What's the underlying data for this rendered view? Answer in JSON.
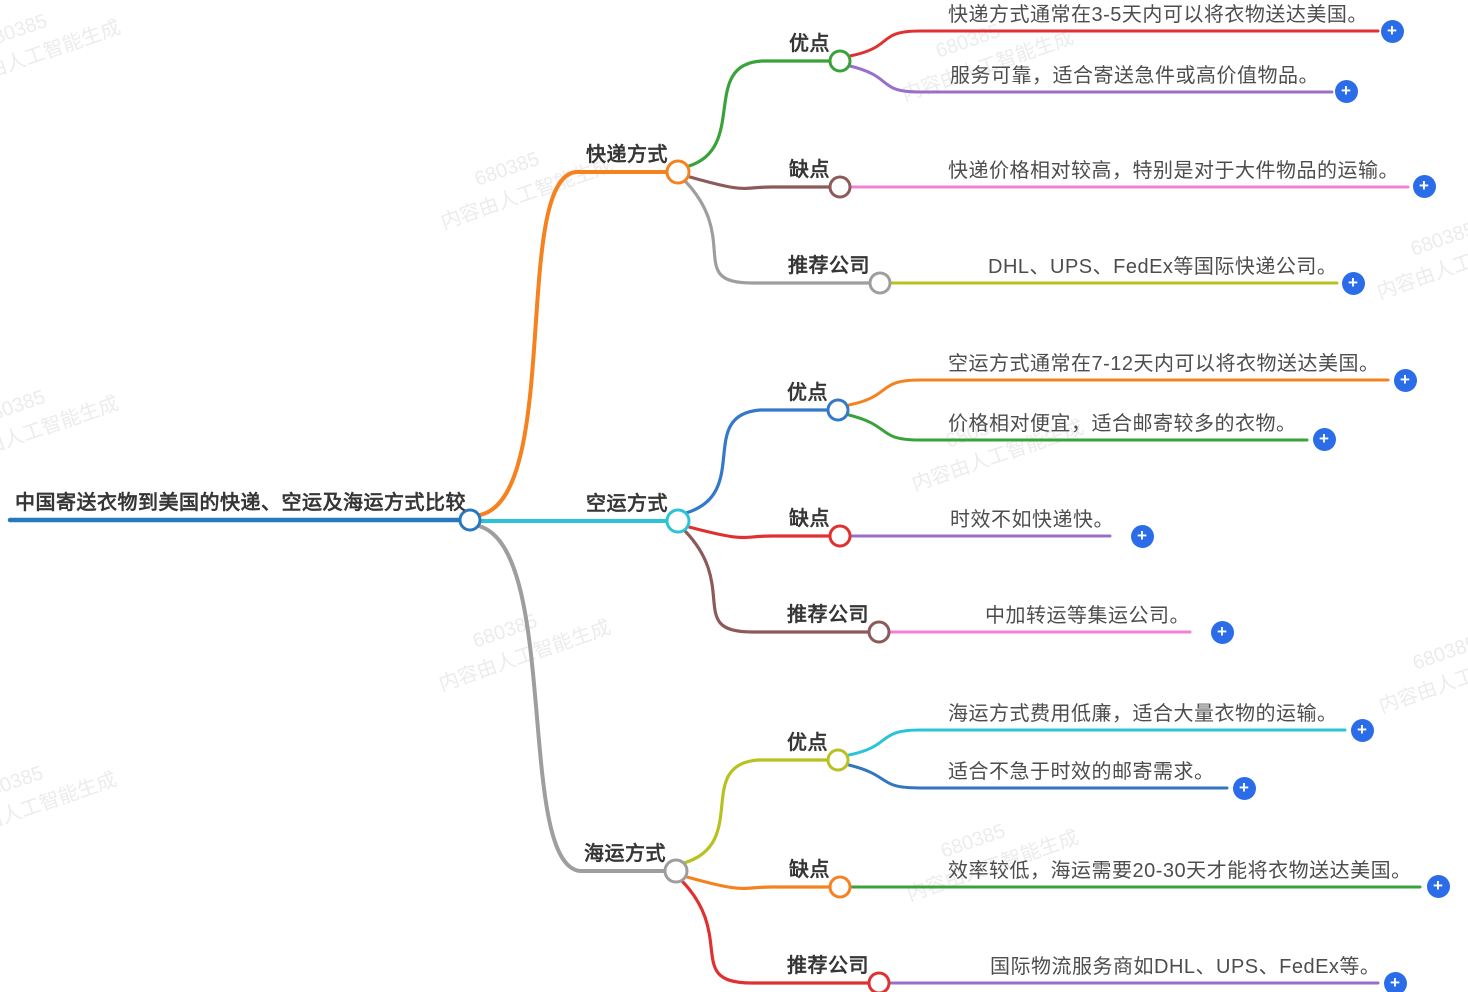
{
  "title": {
    "text": "中国寄送衣物到美国的快递、空运及海运方式比较"
  },
  "watermark": {
    "id_number": "680385",
    "caption": "内容由人工智能生成"
  },
  "plus_glyph": "+",
  "palette": {
    "root_line": "#2878bd",
    "plus_button": "#2b6de8",
    "label_text": "#363636",
    "leaf_text": "#4d4d4d",
    "watermark_text": "#ececec"
  },
  "branches": [
    {
      "label": "快递方式",
      "color": "#f5821f",
      "children": [
        {
          "label": "优点",
          "color": "#3aa23a",
          "leaves": [
            {
              "text": "快递方式通常在3-5天内可以将衣物送达美国。",
              "color": "#e03131"
            },
            {
              "text": "服务可靠，适合寄送急件或高价值物品。",
              "color": "#9a6fc9"
            }
          ]
        },
        {
          "label": "缺点",
          "color": "#8c5a5a",
          "leaves": [
            {
              "text": "快递价格相对较高，特别是对于大件物品的运输。",
              "color": "#f280d5"
            }
          ]
        },
        {
          "label": "推荐公司",
          "color": "#9e9e9e",
          "leaves": [
            {
              "text": "DHL、UPS、FedEx等国际快递公司。",
              "color": "#b9c121"
            }
          ]
        }
      ]
    },
    {
      "label": "空运方式",
      "color": "#2bc4d6",
      "children": [
        {
          "label": "优点",
          "color": "#3478c8",
          "leaves": [
            {
              "text": "空运方式通常在7-12天内可以将衣物送达美国。",
              "color": "#f5821f"
            },
            {
              "text": "价格相对便宜，适合邮寄较多的衣物。",
              "color": "#3aa23a"
            }
          ]
        },
        {
          "label": "缺点",
          "color": "#e03131",
          "leaves": [
            {
              "text": "时效不如快递快。",
              "color": "#9a6fc9"
            }
          ]
        },
        {
          "label": "推荐公司",
          "color": "#8c5a5a",
          "leaves": [
            {
              "text": "中加转运等集运公司。",
              "color": "#f280d5"
            }
          ]
        }
      ]
    },
    {
      "label": "海运方式",
      "color": "#9e9e9e",
      "children": [
        {
          "label": "优点",
          "color": "#b9c121",
          "leaves": [
            {
              "text": "海运方式费用低廉，适合大量衣物的运输。",
              "color": "#2bc4d6"
            },
            {
              "text": "适合不急于时效的邮寄需求。",
              "color": "#3276c0"
            }
          ]
        },
        {
          "label": "缺点",
          "color": "#f5821f",
          "leaves": [
            {
              "text": "效率较低，海运需要20-30天才能将衣物送达美国。",
              "color": "#3aa23a"
            }
          ]
        },
        {
          "label": "推荐公司",
          "color": "#e03131",
          "leaves": [
            {
              "text": "国际物流服务商如DHL、UPS、FedEx等。",
              "color": "#9a6fc9"
            }
          ]
        }
      ]
    }
  ]
}
